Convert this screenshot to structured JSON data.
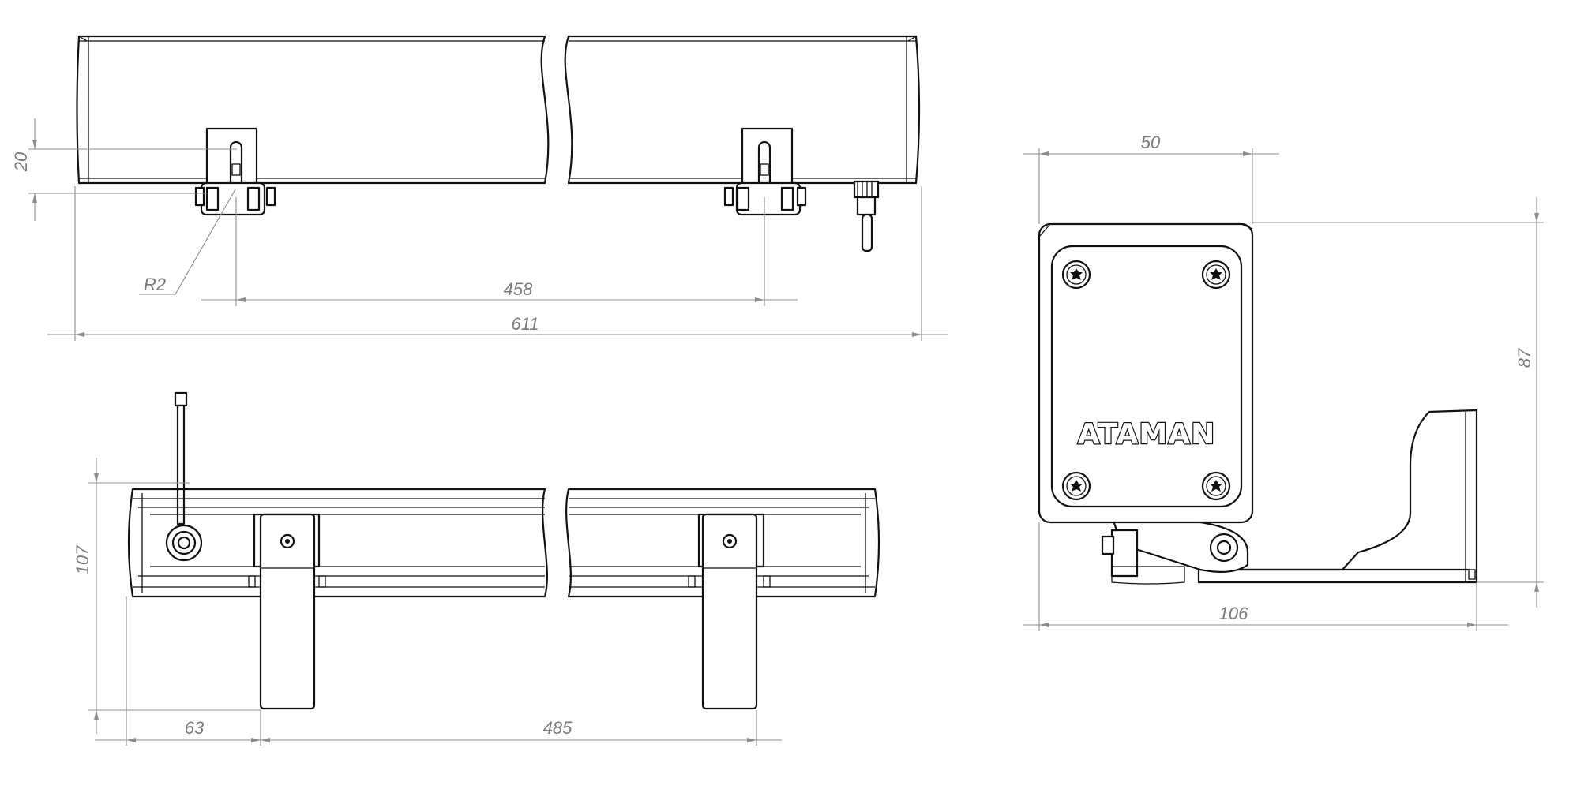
{
  "drawing": {
    "brand": "ATAMAN",
    "dimensions": {
      "top_view_height": "20",
      "slot_radius": "R2",
      "bracket_spacing_top": "458",
      "overall_length": "611",
      "side_width": "50",
      "side_height": "87",
      "side_depth": "106",
      "front_height": "107",
      "bracket_offset": "63",
      "bracket_spacing_front": "485"
    },
    "colors": {
      "line": "#111111",
      "dimension": "#8c8c8c",
      "background": "#ffffff"
    }
  }
}
